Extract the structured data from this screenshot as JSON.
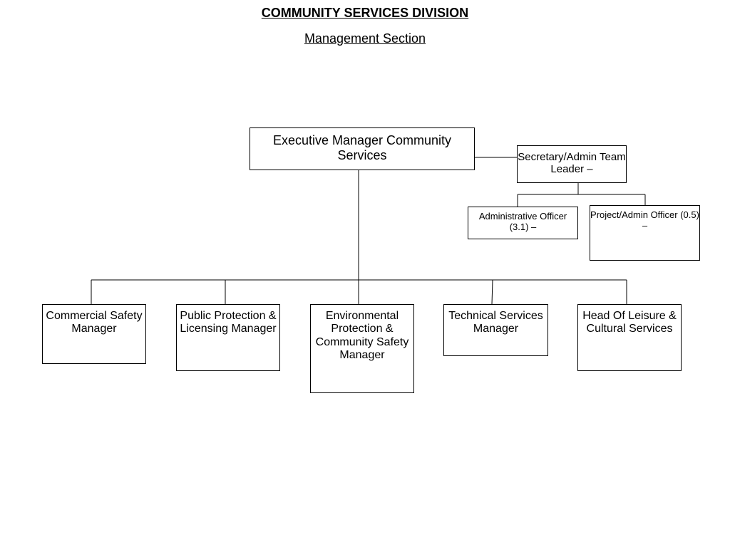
{
  "header": {
    "title": "COMMUNITY SERVICES DIVISION",
    "subtitle": "Management Section"
  },
  "nodes": {
    "executive": "Executive Manager Community Services",
    "secretary": "Secretary/Admin Team Leader –",
    "administrative_officer": "Administrative Officer (3.1) –",
    "project_admin_officer": "Project/Admin Officer (0.5) –",
    "commercial": "Commercial Safety Manager",
    "public_protection": "Public Protection & Licensing Manager",
    "environmental": "Environmental Protection & Community Safety Manager",
    "technical": "Technical Services Manager",
    "leisure": "Head Of Leisure & Cultural Services"
  },
  "colors": {
    "line": "#000000",
    "box_border": "#000000",
    "background": "#ffffff"
  }
}
